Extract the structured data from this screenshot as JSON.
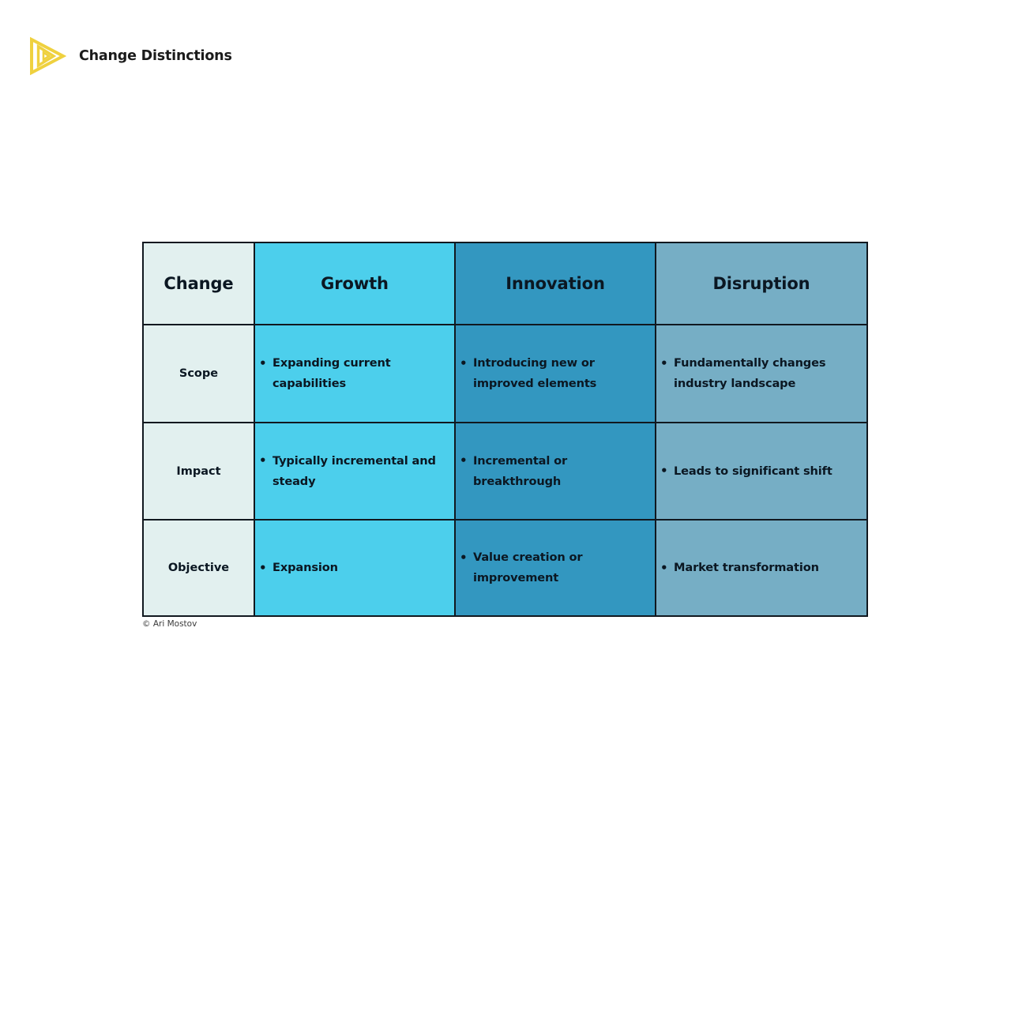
{
  "brand": {
    "name": "Change Distinctions",
    "logo_icon": "nested-triangle-play-logo",
    "logo_color": "#efd13f"
  },
  "colors": {
    "label_column": "#e2f0ef",
    "growth_column": "#4ccfec",
    "innovation_column": "#3397c0",
    "disruption_column": "#76aec5",
    "border": "#11181f",
    "text": "#0b1722",
    "background": "#ffffff"
  },
  "matrix": {
    "headers": [
      "Change",
      "Growth",
      "Innovation",
      "Disruption"
    ],
    "rows": [
      {
        "label": "Scope",
        "growth": [
          "Expanding current capabilities"
        ],
        "innovation": [
          "Introducing new or improved elements"
        ],
        "disruption": [
          "Fundamentally changes industry landscape"
        ]
      },
      {
        "label": "Impact",
        "growth": [
          "Typically incremental and steady"
        ],
        "innovation": [
          "Incremental or breakthrough"
        ],
        "disruption": [
          "Leads to significant shift"
        ]
      },
      {
        "label": "Objective",
        "growth": [
          "Expansion"
        ],
        "innovation": [
          "Value creation or improvement"
        ],
        "disruption": [
          "Market transformation"
        ]
      }
    ]
  },
  "credit": "© Ari Mostov"
}
